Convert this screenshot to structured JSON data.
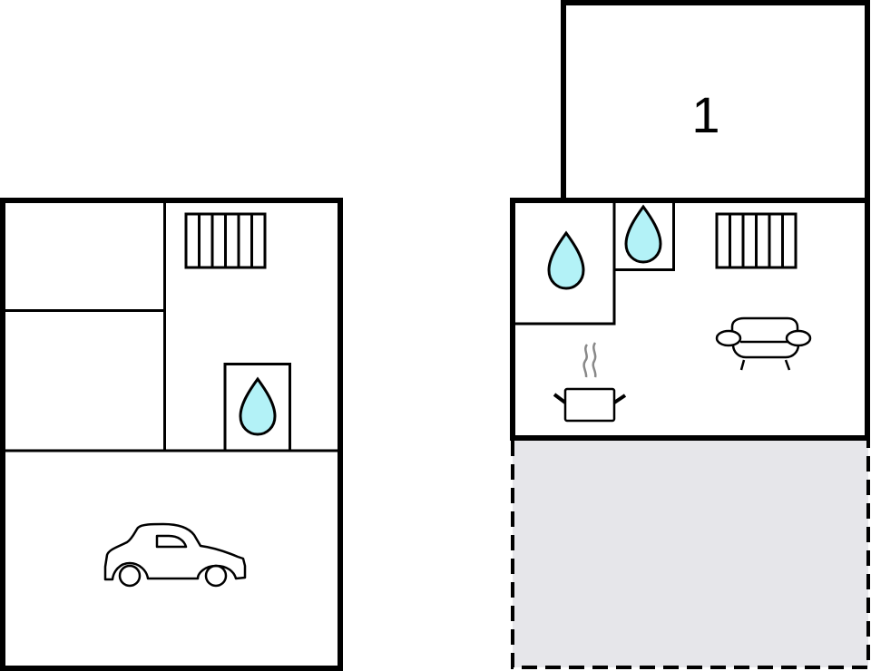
{
  "diagram": {
    "type": "floor-plan",
    "colors": {
      "wall": "#000000",
      "floor": "#ffffff",
      "water_drop": "#b3f2f7",
      "terrace": "#e6e6ea",
      "steam": "#888888"
    },
    "buildings": [
      {
        "name": "ground-floor",
        "rooms": [
          {
            "name": "room-top-left",
            "icon": null
          },
          {
            "name": "room-bottom-left",
            "icon": null
          },
          {
            "name": "hall-stairs",
            "icon": "stairs-icon"
          },
          {
            "name": "bathroom",
            "icon": "water-drop-icon"
          },
          {
            "name": "garage",
            "icon": "car-icon"
          }
        ]
      },
      {
        "name": "first-floor",
        "rooms": [
          {
            "name": "bedroom",
            "label": "1",
            "icon": null
          },
          {
            "name": "bathroom-large",
            "icon": "water-drop-icon"
          },
          {
            "name": "bathroom-small",
            "icon": "water-drop-icon"
          },
          {
            "name": "living-kitchen",
            "icons": [
              "stairs-icon",
              "sofa-icon",
              "cooking-pot-icon"
            ]
          },
          {
            "name": "terrace",
            "style": "dashed-outline",
            "icon": null
          }
        ]
      }
    ],
    "room_labels": {
      "bedroom": "1"
    }
  }
}
